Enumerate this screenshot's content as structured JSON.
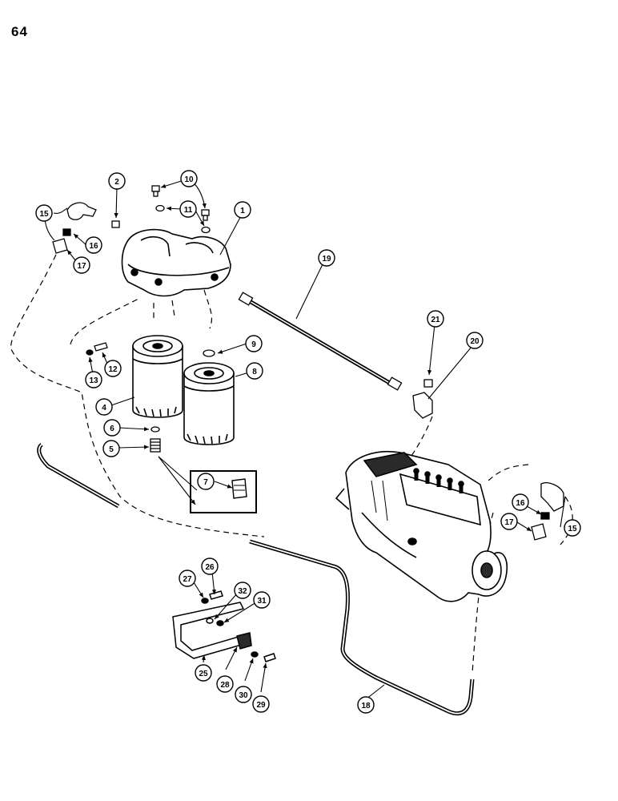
{
  "page": {
    "number": "64"
  },
  "callouts": {
    "c1": "1",
    "c2": "2",
    "c4": "4",
    "c5": "5",
    "c6": "6",
    "c7": "7",
    "c8": "8",
    "c9": "9",
    "c10": "10",
    "c11": "11",
    "c12": "12",
    "c13": "13",
    "c15a": "15",
    "c15b": "15",
    "c16a": "16",
    "c16b": "16",
    "c17a": "17",
    "c17b": "17",
    "c18": "18",
    "c19": "19",
    "c20": "20",
    "c21": "21",
    "c25": "25",
    "c26": "26",
    "c27": "27",
    "c28": "28",
    "c29": "29",
    "c30": "30",
    "c31": "31",
    "c32": "32"
  },
  "colors": {
    "ink": "#000000",
    "paper": "#ffffff",
    "shade": "#2a2a2a"
  }
}
